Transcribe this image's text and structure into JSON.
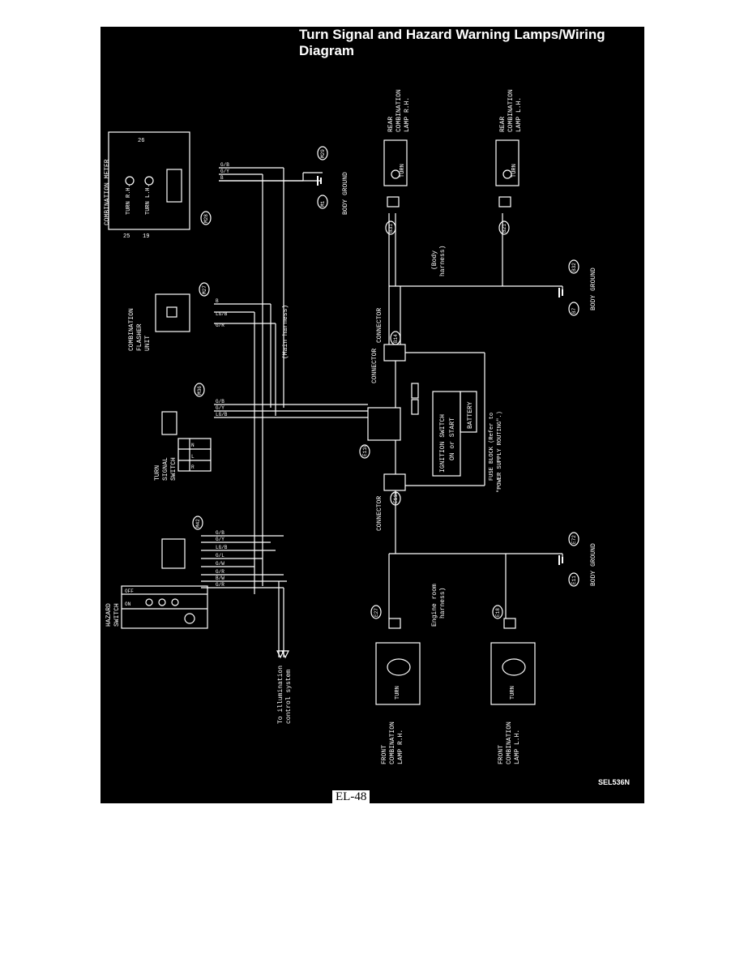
{
  "title_line1": "Turn Signal and Hazard Warning Lamps/Wiring",
  "title_line2": "Diagram",
  "page_number": "EL-48",
  "diagram_code": "SEL536N",
  "components": {
    "combination_meter": {
      "title": "COMBINATION METER",
      "turn_rh": "TURN R.H.",
      "turn_lh": "TURN L.H.",
      "pin_25": "25",
      "pin_19": "19",
      "pin_26": "26"
    },
    "flasher": {
      "title1": "COMBINATION",
      "title2": "FLASHER",
      "title3": "UNIT"
    },
    "turn_signal_switch": {
      "title1": "TURN",
      "title2": "SIGNAL",
      "title3": "SWITCH",
      "row_n": "N",
      "row_l": "L",
      "row_r": "R"
    },
    "hazard_switch": {
      "title1": "HAZARD",
      "title2": "SWITCH",
      "off": "OFF",
      "on": "ON"
    },
    "rear_rh": {
      "title1": "REAR",
      "title2": "COMBINATION",
      "title3": "LAMP R.H.",
      "turn": "TURN"
    },
    "rear_lh": {
      "title1": "REAR",
      "title2": "COMBINATION",
      "title3": "LAMP L.H.",
      "turn": "TURN"
    },
    "front_rh": {
      "title1": "FRONT",
      "title2": "COMBINATION",
      "title3": "LAMP R.H.",
      "turn": "TURN"
    },
    "front_lh": {
      "title1": "FRONT",
      "title2": "COMBINATION",
      "title3": "LAMP L.H.",
      "turn": "TURN"
    },
    "ignition": {
      "line1": "IGNITION SWITCH",
      "line2": "ON or START"
    },
    "battery": "BATTERY",
    "fuse_note1": "FUSE BLOCK (Refer to",
    "fuse_note2": "\"POWER SUPPLY ROUTING\".)",
    "illum1": "To illumination",
    "illum2": "control system"
  },
  "labels": {
    "body_ground": "BODY GROUND",
    "main_harness": "(Main harness)",
    "body_harness1": "(Body",
    "body_harness2": "harness)",
    "engine_room1": "Engine room",
    "engine_room2": "harness)",
    "connector": "CONNECTOR"
  },
  "connectors": {
    "m28": "M28",
    "m29": "M29",
    "m26": "M26",
    "m27": "M27",
    "m36": "M36",
    "m42": "M42",
    "b31": "B31",
    "b21": "B21",
    "b32": "B32",
    "b7": "B7",
    "b14": "B14",
    "e110": "E110",
    "e116": "E116",
    "e72": "E72",
    "e11": "E11",
    "e27": "E27",
    "e18": "E18",
    "m1": "M1"
  },
  "wire_colors": {
    "gb": "G/B",
    "gy": "G/Y",
    "b": "B",
    "lgb": "LG/B",
    "gr": "G/R",
    "gw": "G/W",
    "gl": "G/L",
    "bw": "B/W"
  }
}
